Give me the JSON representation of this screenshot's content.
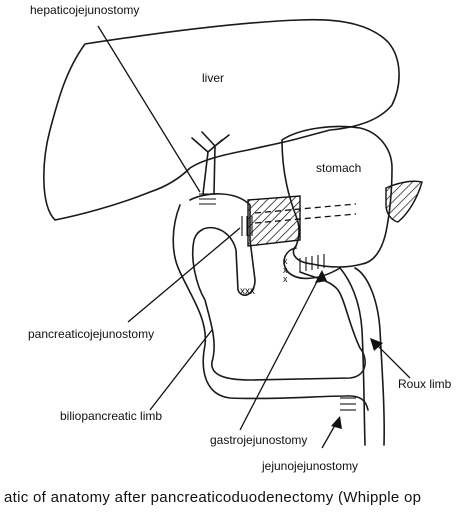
{
  "labels": {
    "hepaticojejunostomy": "hepaticojejunostomy",
    "liver": "liver",
    "stomach": "stomach",
    "pancreaticojejunostomy": "pancreaticojejunostomy",
    "roux_limb": "Roux limb",
    "biliopancreatic_limb": "biliopancreatic limb",
    "gastrojejunostomy": "gastrojejunostomy",
    "jejunojejunostomy": "jejunojejunostomy"
  },
  "caption": "atic of anatomy after pancreaticoduodenectomy (Whipple op",
  "colors": {
    "line": "#1a1a1a",
    "background": "#ffffff"
  }
}
